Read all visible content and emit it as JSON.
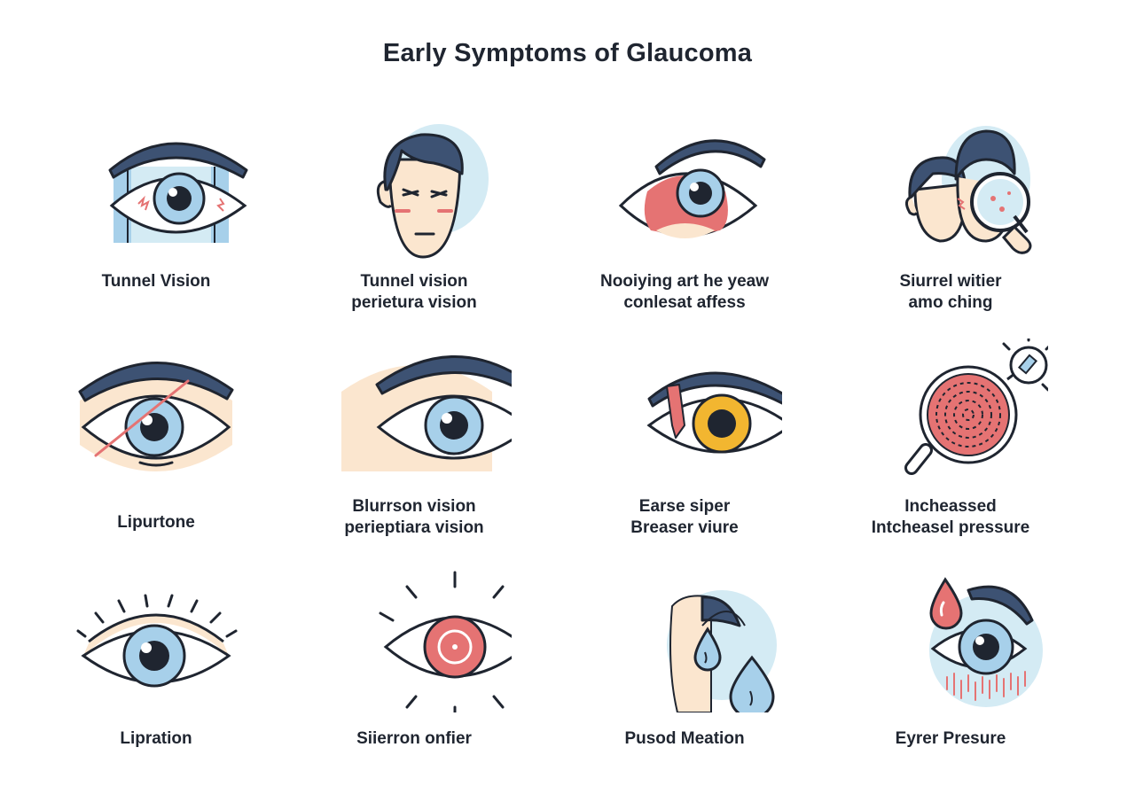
{
  "title": "Early Symptoms of Glaucoma",
  "colors": {
    "navy": "#3d5273",
    "outline": "#1f2530",
    "iris": "#a7d0ea",
    "pupil": "#1f2530",
    "skin": "#fbe6cf",
    "light_blue": "#d4ebf4",
    "red": "#e57373",
    "yellow": "#f2b630"
  },
  "symptoms": [
    {
      "icon": "tunnel-vision-eye-icon",
      "lines": [
        "Tunnel Vision"
      ]
    },
    {
      "icon": "squinting-face-icon",
      "lines": [
        "Tunnel vision",
        "perietura vision"
      ]
    },
    {
      "icon": "red-eye-icon",
      "lines": [
        "Nooiying art he yeaw",
        "conlesat affess"
      ]
    },
    {
      "icon": "face-with-magnifier-icon",
      "lines": [
        "Siurrel witier",
        "amo ching"
      ]
    },
    {
      "icon": "slashed-eye-icon",
      "lines": [
        "Lipurtone"
      ]
    },
    {
      "icon": "blurred-eye-icon",
      "lines": [
        "Blurrson vision",
        "perieptiara vision"
      ]
    },
    {
      "icon": "yellow-iris-eye-icon",
      "lines": [
        "Earse siper",
        "Breaser viure"
      ]
    },
    {
      "icon": "pressure-magnifier-icon",
      "lines": [
        "Incheassed",
        "Intcheasel pressure"
      ]
    },
    {
      "icon": "eyelash-eye-icon",
      "lines": [
        "Lipration"
      ]
    },
    {
      "icon": "halo-eye-icon",
      "lines": [
        "Siierron onfier"
      ]
    },
    {
      "icon": "tear-drops-icon",
      "lines": [
        "Pusod Meation"
      ]
    },
    {
      "icon": "blood-drop-eye-icon",
      "lines": [
        "Eyrer Presure"
      ]
    }
  ]
}
